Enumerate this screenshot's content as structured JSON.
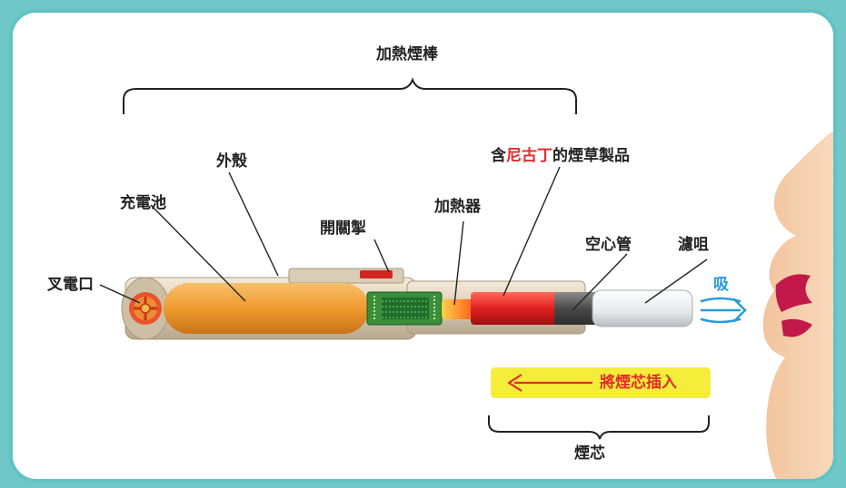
{
  "labels": {
    "heated_stick": "加熱煙棒",
    "charging_port": "叉電口",
    "battery": "充電池",
    "shell": "外殼",
    "switch": "開關掣",
    "heater": "加熱器",
    "tobacco_prefix": "含",
    "tobacco_highlight": "尼古丁",
    "tobacco_suffix": "的煙草製品",
    "hollow_tube": "空心管",
    "filter": "濾咀",
    "inhale": "吸",
    "insert_cartridge": "將煙芯插入",
    "cartridge": "煙芯"
  },
  "colors": {
    "frame": "#62c2c4",
    "highlight_red": "#e52a2a",
    "banner_yellow": "#f4ee3a",
    "inhale_blue": "#2a9ad8",
    "battery_orange": "#f2a03c",
    "skin": "#f6cfab",
    "lips": "#c2184a"
  }
}
